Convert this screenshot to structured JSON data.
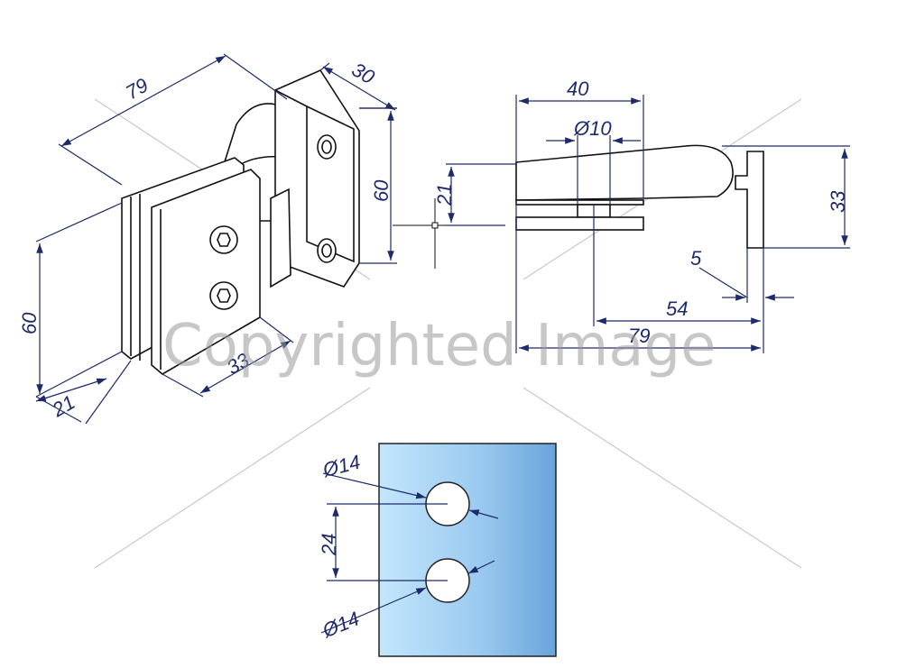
{
  "watermark": "Copyrighted Image",
  "iso_view": {
    "dim_length": "79",
    "dim_depth": "30",
    "dim_height_right": "60",
    "dim_height_left": "60",
    "dim_thickness": "21",
    "dim_width": "33"
  },
  "side_view": {
    "dim_top_width": "40",
    "dim_bore": "Ø10",
    "dim_offset": "21",
    "dim_height": "33",
    "dim_lip": "5",
    "dim_center": "54",
    "dim_overall": "79"
  },
  "glass_view": {
    "hole_top": "Ø14",
    "hole_spacing": "24",
    "hole_bottom": "Ø14"
  },
  "colors": {
    "dimension_ink": "#1d2a6b",
    "outline": "#111111",
    "glass_light": "#bfe3fb",
    "glass_dark": "#6fa9dc"
  }
}
